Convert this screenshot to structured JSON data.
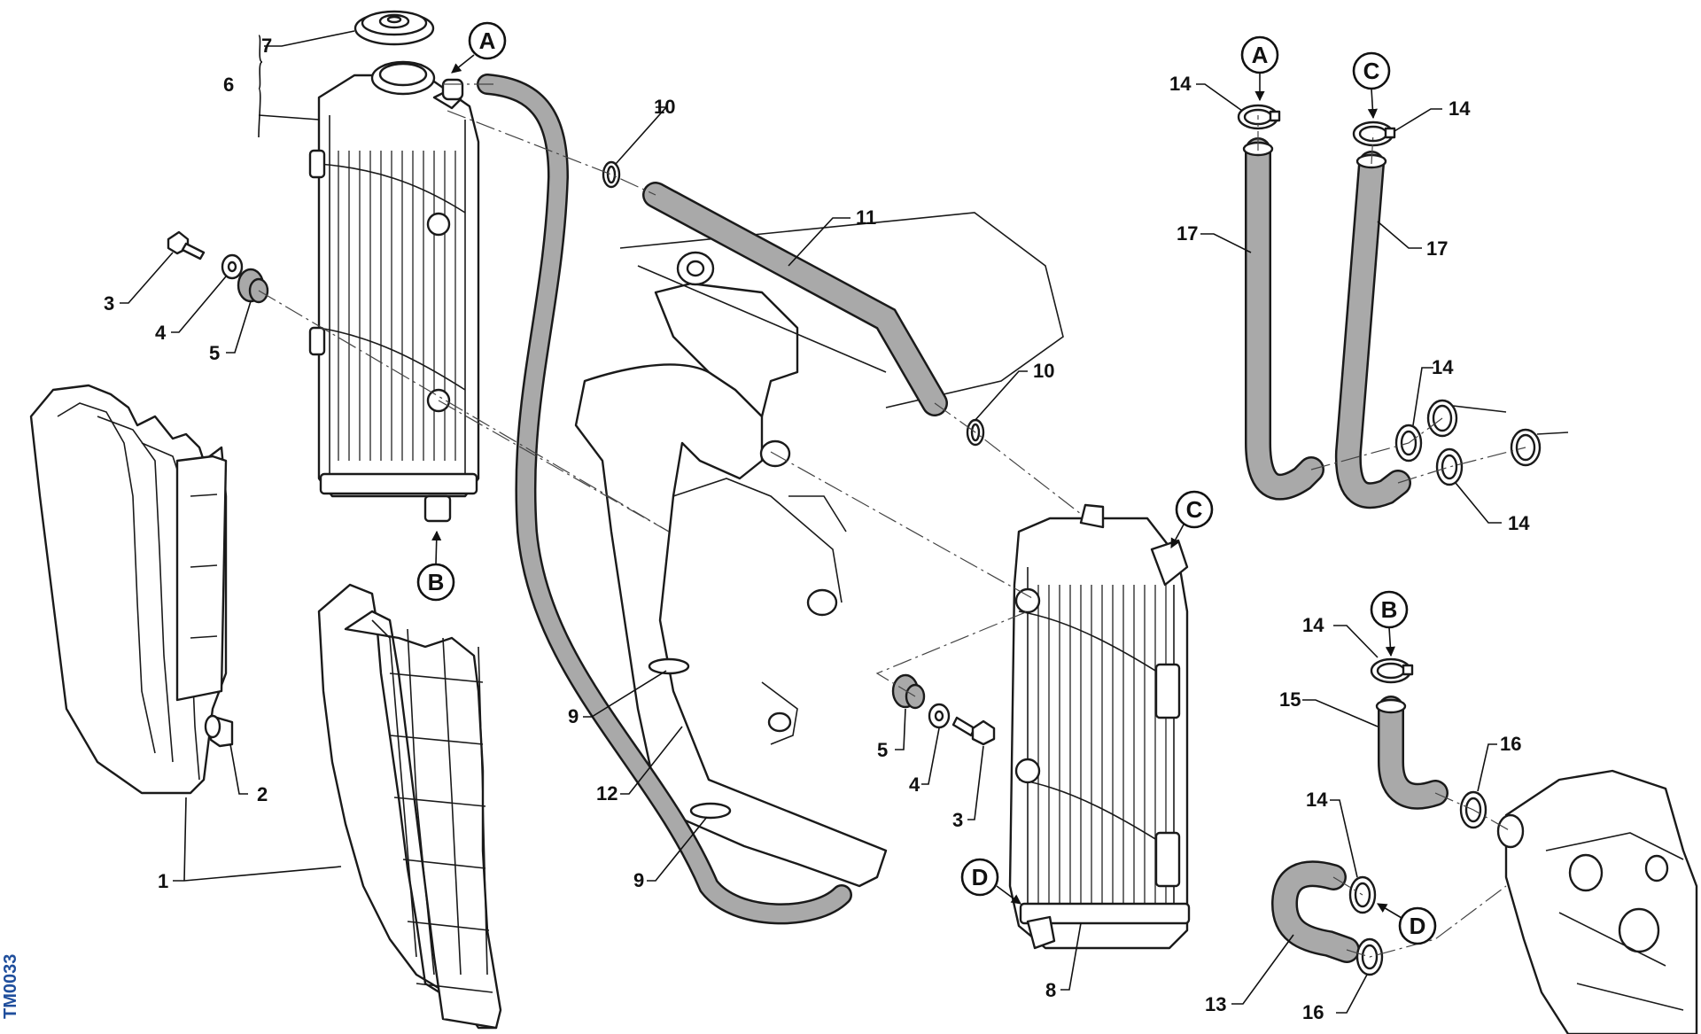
{
  "figure_code": "TM0033",
  "connector_labels": {
    "a": "A",
    "b": "B",
    "c": "C",
    "d": "D"
  },
  "part_numbers": {
    "p1": "1",
    "p2": "2",
    "p3": "3",
    "p4": "4",
    "p5": "5",
    "p6": "6",
    "p7": "7",
    "p8": "8",
    "p9": "9",
    "p10": "10",
    "p11": "11",
    "p12": "12",
    "p13": "13",
    "p14": "14",
    "p15": "15",
    "p16": "16",
    "p17": "17"
  }
}
